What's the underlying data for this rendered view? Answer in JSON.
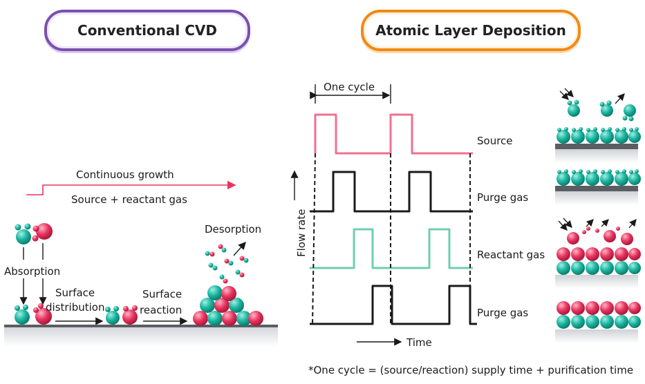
{
  "cvd": {
    "title": "Conventional CVD",
    "growth_label": "Continuous growth",
    "gas_label": "Source + reactant gas",
    "absorption": "Absorption",
    "surface_distribution_1": "Surface",
    "surface_distribution_2": "distribution",
    "surface_reaction_1": "Surface",
    "surface_reaction_2": "reaction",
    "desorption": "Desorption"
  },
  "ald": {
    "title": "Atomic Layer Deposition",
    "cycle_label": "One cycle",
    "y_axis": "Flow rate",
    "x_axis": "Time",
    "rows": [
      "Source",
      "Purge gas",
      "Reactant gas",
      "Purge gas"
    ],
    "footnote": "*One cycle = (source/reaction) supply time + purification time"
  },
  "colors": {
    "teal": "#1bb5a0",
    "pink": "#e8355f",
    "source_line": "#f07090",
    "reactant_line": "#6ecfae",
    "purge_line": "#1a1a1a",
    "cvd_accent": "#7a4fb0",
    "ald_accent": "#ef8a14"
  }
}
